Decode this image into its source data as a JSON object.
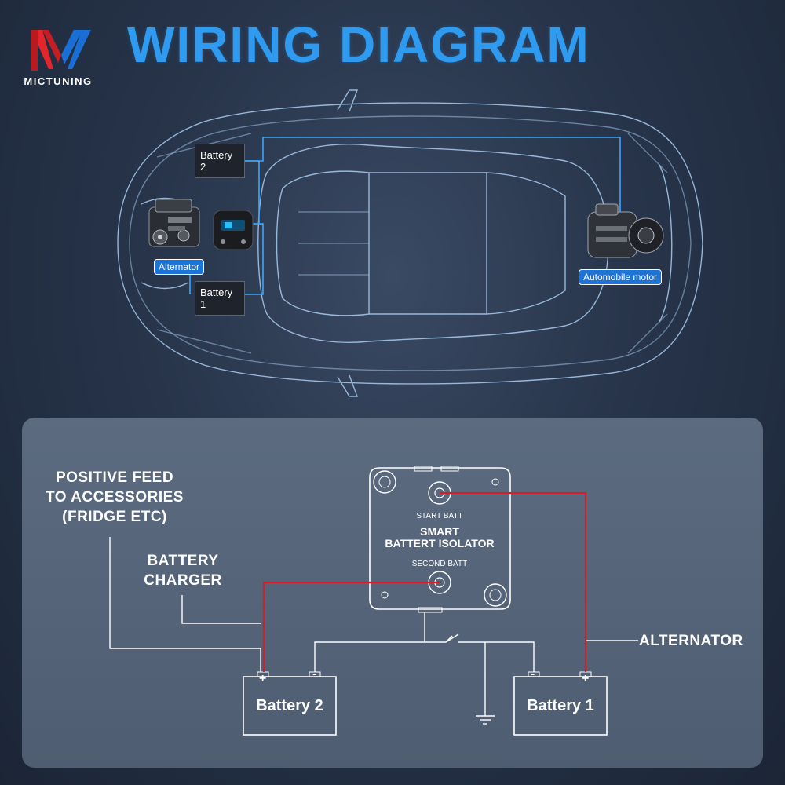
{
  "brand": {
    "name": "MICTUNING"
  },
  "title": "WIRING DIAGRAM",
  "car_diagram": {
    "battery2_label": "Battery 2",
    "battery1_label": "Battery 1",
    "alternator_label": "Alternator",
    "motor_label": "Automobile motor"
  },
  "schematic": {
    "positive_feed": "POSITIVE FEED TO ACCESSORIES (FRIDGE ETC)",
    "positive_feed_lines": [
      "POSITIVE FEED",
      "TO ACCESSORIES",
      "(FRIDGE ETC)"
    ],
    "battery_charger_lines": [
      "BATTERY",
      "CHARGER"
    ],
    "alternator": "ALTERNATOR",
    "isolator": {
      "start_batt": "START BATT",
      "title_lines": [
        "SMART",
        "BATTERT ISOLATOR"
      ],
      "second_batt": "SECOND BATT"
    },
    "battery2": {
      "label": "Battery 2",
      "plus": "+",
      "minus": "-"
    },
    "battery1": {
      "label": "Battery 1",
      "plus": "+",
      "minus": "-"
    }
  },
  "colors": {
    "title_blue": "#2f9bf0",
    "wire_red": "#d0202a",
    "wire_white": "#ffffff",
    "car_outline": "#a9cdf0",
    "tag_blue": "#1c73d8",
    "logo_red": "#e4262c",
    "logo_blue": "#1a6fd6"
  },
  "icons": [
    "mictuning-logo-icon",
    "engine-icon",
    "isolator-device-icon",
    "ac-compressor-icon",
    "ground-icon",
    "switch-icon",
    "terminal-bolt-icon"
  ]
}
